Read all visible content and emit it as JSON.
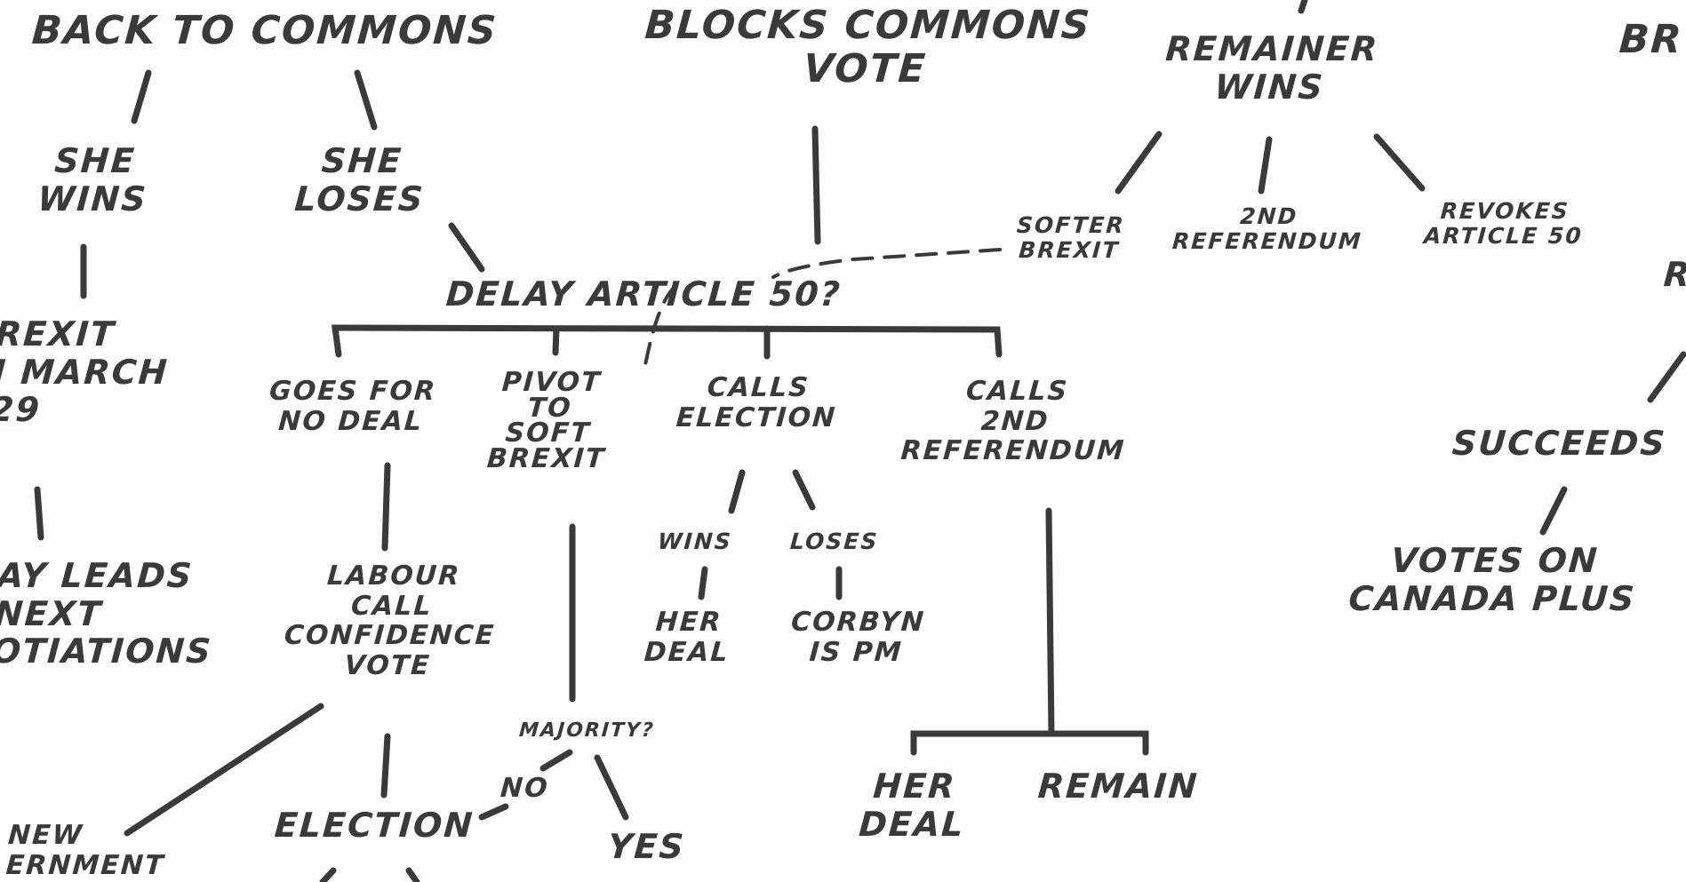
{
  "diagram": {
    "nodes": {
      "back_to_commons": "BACK TO COMMONS",
      "blocks_commons_vote": "BLOCKS COMMONS\nVOTE",
      "remainer_wins": "REMAINER\nWINS",
      "br_partial": "BR",
      "she_wins": "SHE\nWINS",
      "she_loses": "SHE\nLOSES",
      "softer_brexit": "SOFTER\nBREXIT",
      "second_referendum_top": "2ND\nREFERENDUM",
      "revokes_article_50": "REVOKES\nARTICLE 50",
      "delay_article_50": "DELAY ARTICLE 50?",
      "r_partial": "R",
      "brexit_march": "REXIT\nI MARCH\n29",
      "goes_for_no_deal": "GOES FOR\nNO DEAL",
      "pivot_soft_brexit": "PIVOT\nTO\nSOFT\nBREXIT",
      "calls_election": "CALLS\nELECTION",
      "calls_2nd_referendum": "CALLS\n2ND\nREFERENDUM",
      "succeeds": "SUCCEEDS",
      "may_leads": "AY LEADS\nNEXT\nOTIATIONS",
      "labour_confidence_vote": "LABOUR\nCALL\nCONFIDENCE\nVOTE",
      "wins": "WINS",
      "loses": "LOSES",
      "her_deal_election": "HER\nDEAL",
      "corbyn_pm": "CORBYN\nIS PM",
      "votes_canada_plus": "VOTES ON\nCANADA PLUS",
      "majority": "MAJORITY?",
      "no": "NO",
      "yes": "YES",
      "new_government": "NEW\nERNMENT",
      "election": "ELECTION",
      "her_deal_referendum": "HER\nDEAL",
      "remain": "REMAIN"
    },
    "colors": {
      "ink": "#3a3a3a",
      "paper": "#fdfdfd"
    }
  }
}
